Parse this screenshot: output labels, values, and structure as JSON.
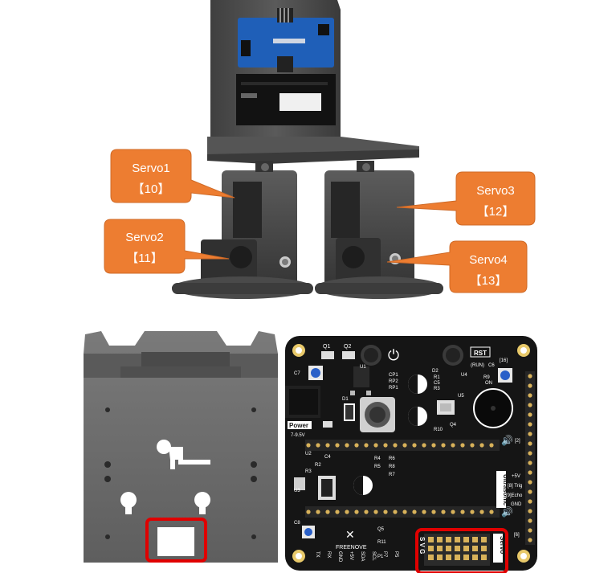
{
  "callouts": [
    {
      "name": "Servo1",
      "pin": "【10】"
    },
    {
      "name": "Servo2",
      "pin": "【11】"
    },
    {
      "name": "Servo3",
      "pin": "【12】"
    },
    {
      "name": "Servo4",
      "pin": "【13】"
    }
  ],
  "board": {
    "q1": "Q1",
    "q2": "Q2",
    "rst": "RST",
    "run": "(RUN)",
    "c6": "C6",
    "pin16": "[16]",
    "power_title": "Power",
    "power_range": "7-9.5V",
    "ultrasonic": "Ultrasonic",
    "servo": "Servo",
    "brand": "FREENOVE",
    "svg": "S V G",
    "gnd": "GND",
    "v5": "+5V",
    "trig": "[8] Trig",
    "echo": "[9]Echo",
    "gnd2": "GND",
    "pin6": "[6]",
    "pin2": "[2]",
    "components": [
      "U1",
      "D1",
      "D2",
      "CP1",
      "RP2",
      "RP1",
      "R1",
      "C5",
      "R3",
      "R9",
      "ON",
      "U4",
      "U5",
      "Q4",
      "R10",
      "R4",
      "R5",
      "R6",
      "R8",
      "R7",
      "C4",
      "R2",
      "R3",
      "U2",
      "U3",
      "C8",
      "Q5",
      "R11",
      "C7",
      "P1"
    ],
    "bottom_labels": [
      "TX",
      "RX",
      "GND",
      "+5V",
      "SDA",
      "SCL",
      "P7",
      "P5"
    ]
  },
  "colors": {
    "callout": "#ed7d31",
    "callout_border": "#cf6a27",
    "highlight": "#e00000",
    "plate": "#666666",
    "pcb": "#151515"
  }
}
